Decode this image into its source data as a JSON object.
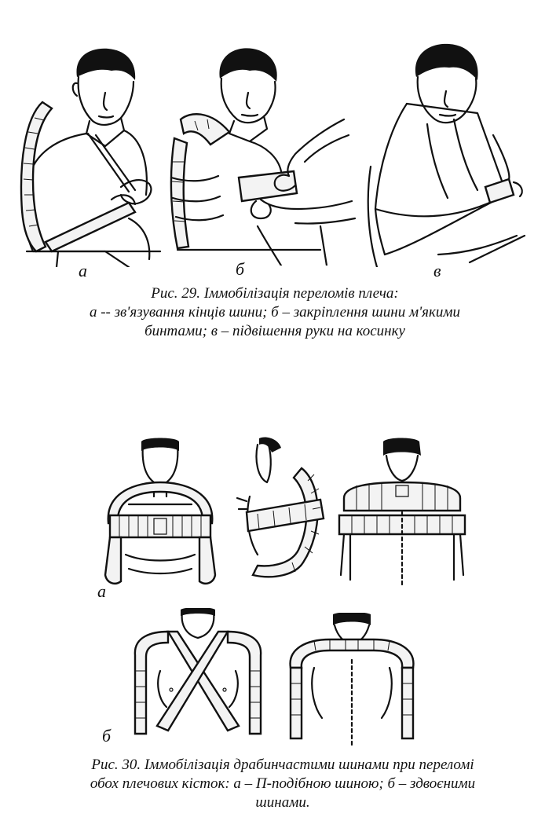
{
  "figure29": {
    "sub_a": "а",
    "sub_b": "б",
    "sub_c": "в",
    "caption_line1": "Рис. 29.   Іммобілізація   переломів плеча:",
    "caption_line2": "а -- зв'язування кінців шини; б – закріплення шини м'якими",
    "caption_line3": "бинтами; в – підвішення руки на косинку"
  },
  "figure30": {
    "sub_a": "а",
    "sub_b": "б",
    "caption_line1": "Рис. 30. Іммобілізація  драбинчастими  шинами  при  переломі",
    "caption_line2": "обох   плечових кісток: а – П-подібною шиною;   б – здвоєними",
    "caption_line3": "шинами."
  }
}
